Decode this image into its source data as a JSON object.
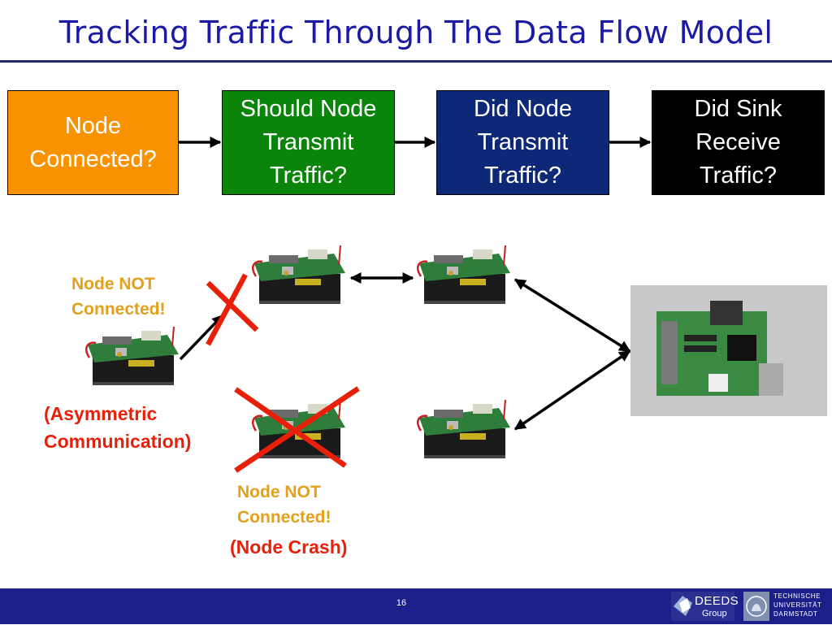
{
  "title": "Tracking Traffic Through The Data Flow Model",
  "flow": [
    {
      "label": "Node Connected?",
      "color": "#f99200"
    },
    {
      "label": "Should Node Transmit Traffic?",
      "color": "#0a840a"
    },
    {
      "label": "Did Node Transmit Traffic?",
      "color": "#0e2878"
    },
    {
      "label": "Did Sink Receive Traffic?",
      "color": "#000000"
    }
  ],
  "annotations": {
    "node_not_connected_1": "Node NOT Connected!",
    "asymmetric": "(Asymmetric Communication)",
    "node_not_connected_2": "Node NOT Connected!",
    "node_crash": "(Node Crash)"
  },
  "colors": {
    "title": "#1a1aa6",
    "warning_orange": "#e3a01b",
    "warning_red": "#e8200a",
    "cross": "#e8200a",
    "footer": "#1b1f8a"
  },
  "footer": {
    "page_number": "16",
    "deeds_logo": {
      "name": "DEEDS",
      "subtitle": "Group"
    },
    "tu_logo": {
      "line1": "TECHNISCHE",
      "line2": "UNIVERSITÄT",
      "line3": "DARMSTADT"
    }
  }
}
